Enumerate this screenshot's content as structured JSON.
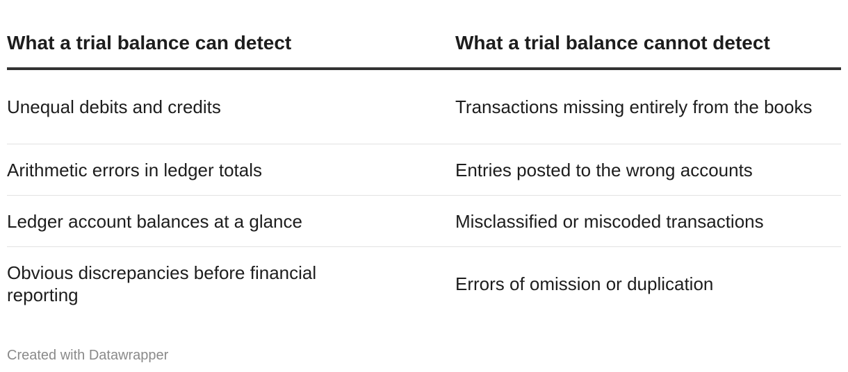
{
  "table": {
    "headers": [
      "What a trial balance can detect",
      "What a trial balance cannot detect"
    ],
    "rows": [
      [
        "Unequal debits and credits",
        "Transactions missing entirely from the books"
      ],
      [
        "Arithmetic errors in ledger totals",
        "Entries posted to the wrong accounts"
      ],
      [
        "Ledger account balances at a glance",
        "Misclassified or miscoded transactions"
      ],
      [
        "Obvious discrepancies before financial reporting",
        "Errors of omission or duplication"
      ]
    ]
  },
  "footer": {
    "credit": "Created with Datawrapper"
  }
}
